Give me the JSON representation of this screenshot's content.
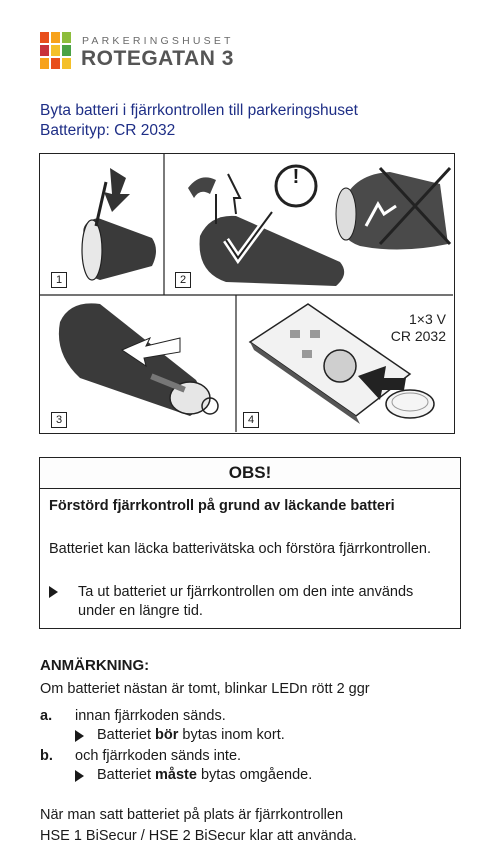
{
  "logo": {
    "top_text": "PARKERINGSHUSET",
    "main_text": "ROTEGATAN 3",
    "colors": [
      "#e84e1b",
      "#f7a21b",
      "#8dbd3c",
      "#c8323b",
      "#f4c02a",
      "#4aa245"
    ]
  },
  "title": {
    "line1": "Byta batteri i fjärrkontrollen till parkeringshuset",
    "line2": "Batterityp: CR 2032",
    "color": "#1e2e86"
  },
  "diagram": {
    "steps": [
      "1",
      "2",
      "3",
      "4"
    ],
    "spec_line1": "1×3 V",
    "spec_line2": "CR 2032",
    "warning_symbol": "!"
  },
  "obs": {
    "heading": "OBS!",
    "subheading": "Förstörd fjärrkontroll på grund av läckande batteri",
    "body": "Batteriet kan läcka batterivätska och förstöra fjärrkontrollen.",
    "bullet": "Ta ut batteriet ur fjärrkontrollen om den inte används under en längre tid."
  },
  "note": {
    "heading": "ANMÄRKNING:",
    "intro": "Om batteriet nästan är tomt, blinkar LEDn rött 2 ggr",
    "items": [
      {
        "label": "a.",
        "text": "innan fjärrkoden sänds.",
        "sub_pre": "Batteriet ",
        "sub_bold": "bör",
        "sub_post": " bytas inom kort."
      },
      {
        "label": "b.",
        "text": "och fjärrkoden sänds inte.",
        "sub_pre": "Batteriet ",
        "sub_bold": "måste",
        "sub_post": " bytas omgående."
      }
    ]
  },
  "closing": {
    "line1": "När man satt batteriet på plats är fjärrkontrollen",
    "line2": "HSE 1 BiSecur / HSE 2 BiSecur klar att använda."
  }
}
